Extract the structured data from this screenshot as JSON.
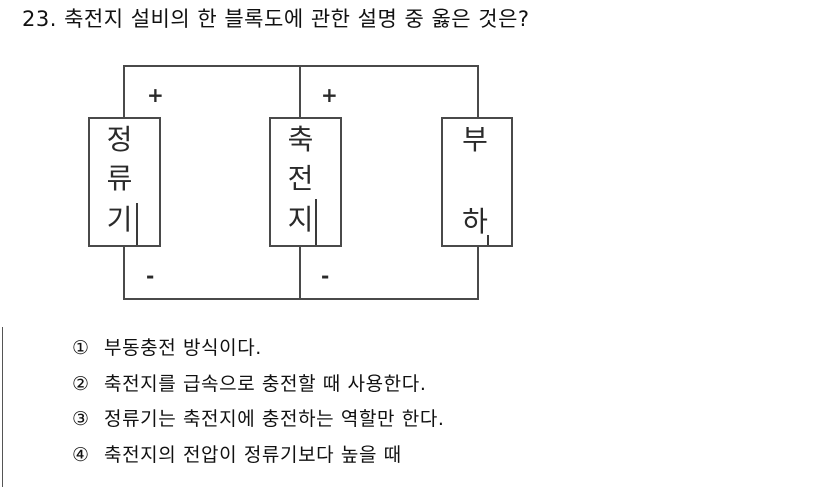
{
  "question": {
    "number": "23.",
    "text": "축전지 설비의 한 블록도에 관한 설명 중 옳은 것은?"
  },
  "diagram": {
    "type": "block-diagram",
    "blocks": [
      {
        "id": "rectifier",
        "label": "정류기",
        "chars": [
          "정",
          "류",
          "기"
        ]
      },
      {
        "id": "battery",
        "label": "축전지",
        "chars": [
          "축",
          "전",
          "지"
        ]
      },
      {
        "id": "load",
        "label": "부하",
        "chars": [
          "부",
          "하"
        ]
      }
    ],
    "polarity": {
      "rectifier_plus": "+",
      "rectifier_minus": "-",
      "battery_plus": "+",
      "battery_minus": "-"
    }
  },
  "options": [
    {
      "num": "①",
      "text": "부동충전 방식이다."
    },
    {
      "num": "②",
      "text": "축전지를 급속으로 충전할 때 사용한다."
    },
    {
      "num": "③",
      "text": "정류기는 축전지에 충전하는 역할만 한다."
    },
    {
      "num": "④",
      "text": "축전지의 전압이 정류기보다 높을 때"
    }
  ]
}
